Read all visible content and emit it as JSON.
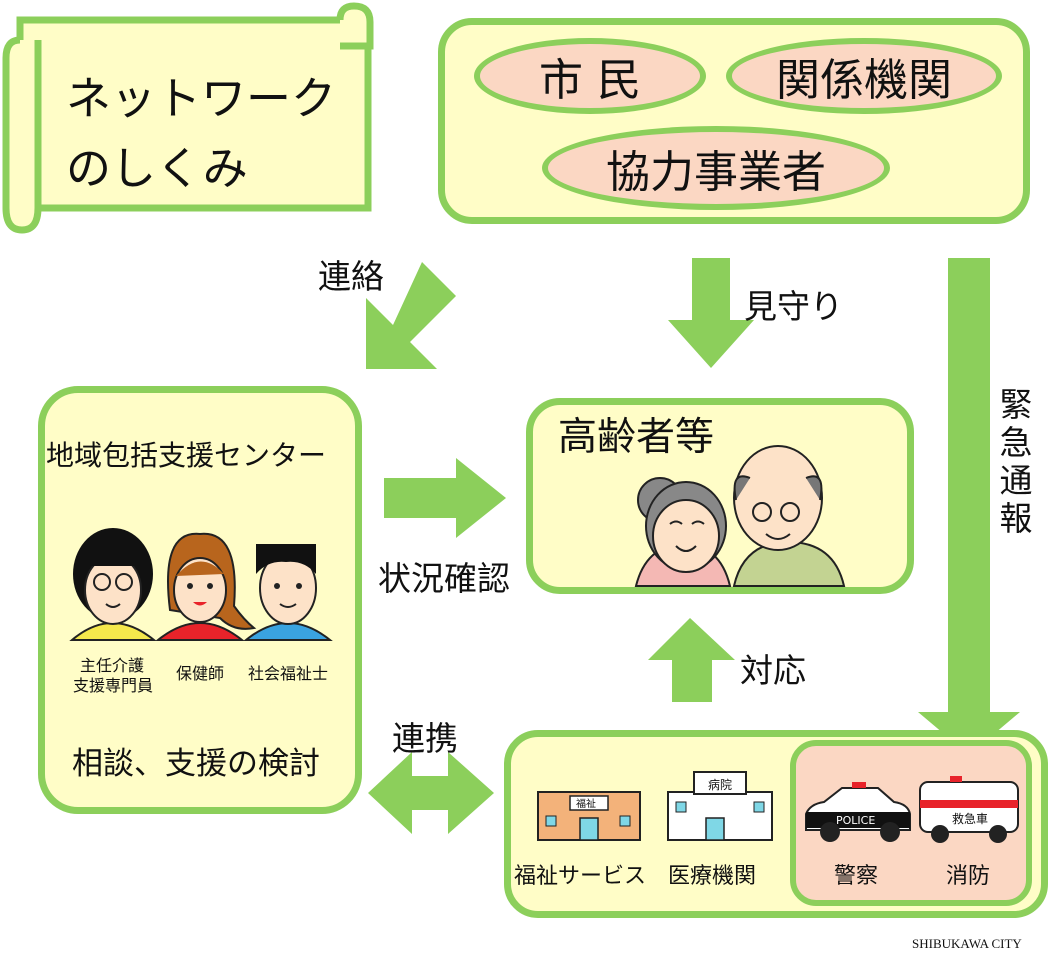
{
  "title_scroll": {
    "line1": "ネットワーク",
    "line2": "のしくみ"
  },
  "community": {
    "citizens": "市 民",
    "agencies": "関係機関",
    "cooperators": "協力事業者"
  },
  "arrows": {
    "contact": "連絡",
    "watch": "見守り",
    "emergency": "緊急通報",
    "status_check": "状況確認",
    "response": "対応",
    "cooperation": "連携"
  },
  "center": {
    "title": "地域包括支援センター",
    "staff": [
      {
        "line1": "主任介護",
        "line2": "支援専門員"
      },
      {
        "line1": "保健師",
        "line2": ""
      },
      {
        "line1": "社会福祉士",
        "line2": ""
      }
    ],
    "footer": "相談、支援の検討"
  },
  "elderly": {
    "title": "高齢者等"
  },
  "services": {
    "welfare": "福祉サービス",
    "welfare_sign": "福祉",
    "medical": "医療機関",
    "hospital_sign": "病院",
    "police": "警察",
    "police_car_label": "POLICE",
    "fire": "消防",
    "ambulance_label": "救急車"
  },
  "credit": "SHIBUKAWA CITY",
  "colors": {
    "green": "#8ccf5b",
    "cream": "#fffdc7",
    "peach": "#fbd7c3"
  }
}
